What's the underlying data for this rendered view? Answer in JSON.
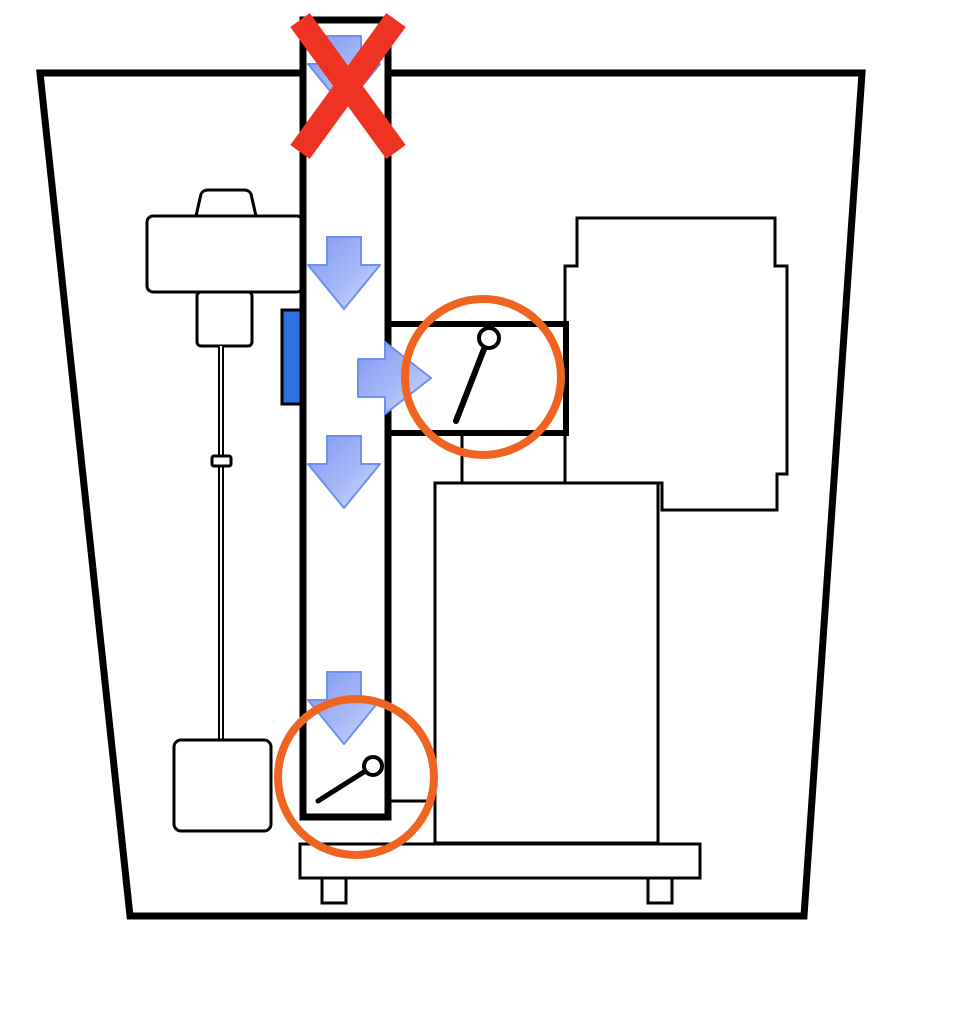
{
  "diagram": {
    "colors": {
      "outline": "#000000",
      "arrow_fill": "#8fa8f5",
      "arrow_stroke": "#6f8ff0",
      "valve_circle": "#f06422",
      "blocked_x": "#ee3322",
      "blue_filter": "#2f6fe0",
      "background": "#ffffff"
    },
    "icons": {
      "blocked": "red-x-icon",
      "flow": "down-arrow-icon",
      "flow_side": "right-arrow-icon",
      "valve": "flapper-valve-icon"
    },
    "flow_arrows": [
      "down",
      "down",
      "right",
      "down",
      "down"
    ],
    "highlighted_valves": [
      "side-outlet-valve",
      "bottom-valve"
    ]
  }
}
